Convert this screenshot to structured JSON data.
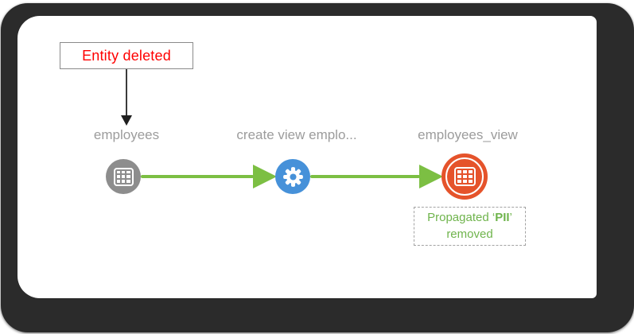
{
  "window": {
    "frame_color": "#2b2b2b",
    "canvas_bg": "#ffffff"
  },
  "diagram": {
    "annotation": {
      "label": "Entity deleted",
      "text_color": "#ff0000",
      "border_color": "#8a8a8a",
      "arrow_color": "#1f1f1f"
    },
    "label_color": "#9c9c9c",
    "edge_color": "#7cbf43",
    "nodes": [
      {
        "label": "employees",
        "type": "dataset",
        "icon": "table-icon",
        "color": "#8d8d8d",
        "highlighted": false
      },
      {
        "label": "create view emplo...",
        "type": "process",
        "icon": "gear-icon",
        "color": "#4691d9",
        "highlighted": false
      },
      {
        "label": "employees_view",
        "type": "dataset",
        "icon": "table-icon",
        "color": "#e5532b",
        "highlighted": true
      }
    ],
    "callout": {
      "line1_prefix": "Propagated ‘",
      "line1_bold": "PII",
      "line1_suffix": "’",
      "line2": "removed",
      "text_color": "#6fb44c",
      "border_color": "#a3a3a3"
    }
  }
}
